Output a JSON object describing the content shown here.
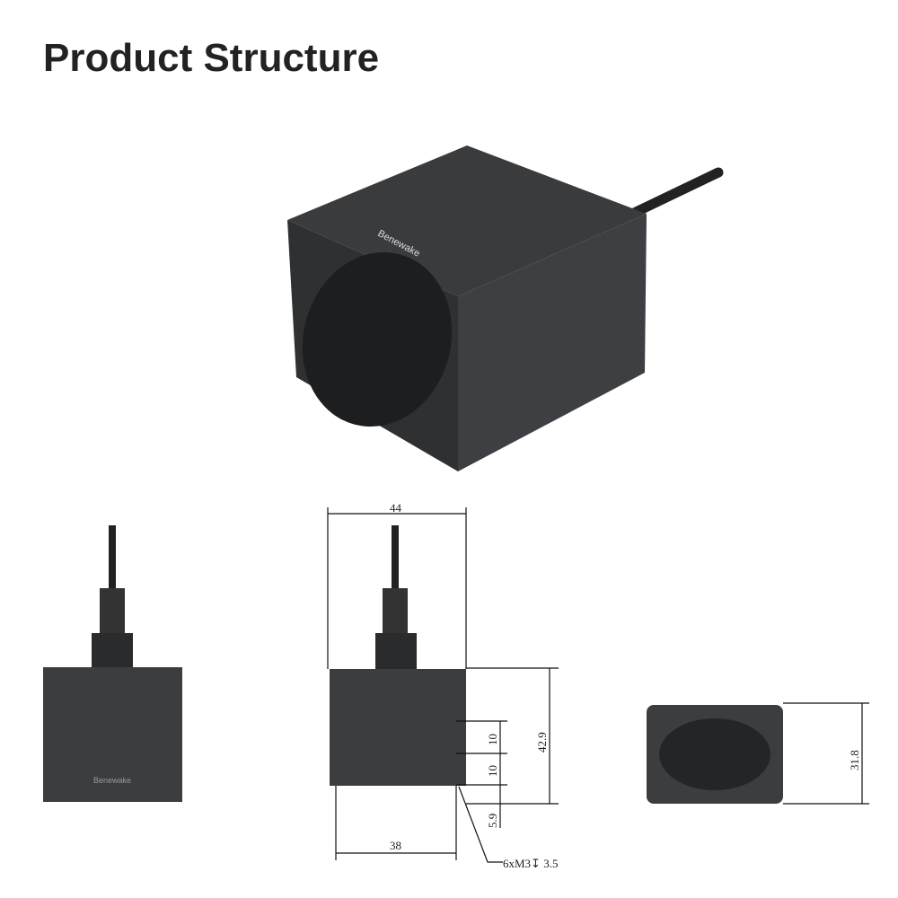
{
  "header": {
    "title": "Product Structure"
  },
  "product": {
    "logo_text": "Benewake"
  },
  "dimensions": {
    "width_top": "44",
    "height_total": "42.9",
    "hole_spacing_1": "10",
    "hole_spacing_2": "10",
    "hole_offset": "5.9",
    "hole_width": "38",
    "thread_note": "6xM3↧ 3.5",
    "side_height": "31.8"
  },
  "colors": {
    "body": "#3c3d3f",
    "body_dark": "#2a2b2d",
    "lens": "#1d1e20",
    "line": "#111111"
  }
}
